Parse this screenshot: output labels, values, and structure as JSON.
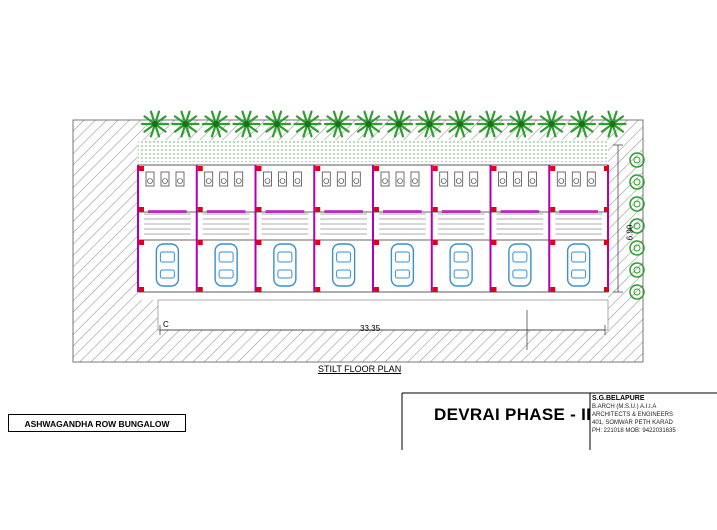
{
  "drawing": {
    "plan_title": "STILT FLOOR PLAN",
    "project_label": "ASHWAGANDHA ROW BUNGALOW",
    "project_name": "DEVRAI PHASE - II",
    "dimensions": {
      "length": "33.35",
      "width": "6.90",
      "grid_mark": "C"
    },
    "architect": {
      "name": "S.G.BELAPURE",
      "lines": [
        "B.ARCH (M.S.U.) A.I.I.A",
        "ARCHITECTS & ENGINEERS",
        "401, SOMWAR PETH KARAD",
        "PH: 221018 MOB: 9422031635"
      ]
    },
    "units": 8,
    "colors": {
      "hatch": "#9a9a9a",
      "tree": "#2e9e2e",
      "column": "#e0001b",
      "wall": "#b000b0",
      "car": "#3a8fd0",
      "line": "#333333"
    }
  }
}
